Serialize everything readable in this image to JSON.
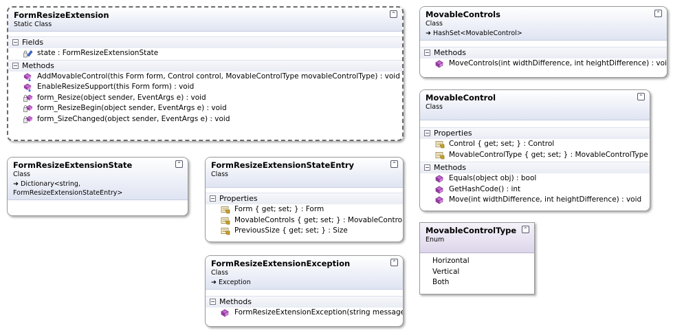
{
  "classes": {
    "form_resize_extension": {
      "name": "FormResizeExtension",
      "kind": "Static Class",
      "fields_label": "Fields",
      "fields": [
        "state : FormResizeExtensionState"
      ],
      "methods_label": "Methods",
      "methods": [
        "AddMovableControl(this Form form, Control control, MovableControlType movableControlType) : void",
        "EnableResizeSupport(this Form form) : void",
        "form_Resize(object sender, EventArgs e) : void",
        "form_ResizeBegin(object sender, EventArgs e) : void",
        "form_SizeChanged(object sender, EventArgs e) : void"
      ]
    },
    "form_resize_extension_state": {
      "name": "FormResizeExtensionState",
      "kind": "Class",
      "base": "Dictionary<string, FormResizeExtensionStateEntry>"
    },
    "form_resize_extension_state_entry": {
      "name": "FormResizeExtensionStateEntry",
      "kind": "Class",
      "properties_label": "Properties",
      "properties": [
        "Form { get; set; } : Form",
        "MovableControls { get; set; } : MovableControls",
        "PreviousSize { get; set; } : Size"
      ]
    },
    "form_resize_extension_exception": {
      "name": "FormResizeExtensionException",
      "kind": "Class",
      "base": "Exception",
      "methods_label": "Methods",
      "methods": [
        "FormResizeExtensionException(string message)"
      ]
    },
    "movable_controls": {
      "name": "MovableControls",
      "kind": "Class",
      "base": "HashSet<MovableControl>",
      "methods_label": "Methods",
      "methods": [
        "MoveControls(int widthDifference, int heightDifference) : void"
      ]
    },
    "movable_control": {
      "name": "MovableControl",
      "kind": "Class",
      "properties_label": "Properties",
      "properties": [
        "Control { get; set; } : Control",
        "MovableControlType { get; set; } : MovableControlType"
      ],
      "methods_label": "Methods",
      "methods": [
        "Equals(object obj) : bool",
        "GetHashCode() : int",
        "Move(int widthDifference, int heightDifference) : void"
      ]
    },
    "movable_control_type": {
      "name": "MovableControlType",
      "kind": "Enum",
      "values": [
        "Horizontal",
        "Vertical",
        "Both"
      ]
    }
  },
  "glyphs": {
    "collapse": "⌃",
    "section_toggle": "−",
    "inherits_arrow": "➜"
  },
  "colors": {
    "header_gradient_bottom": "#dfe4f2",
    "enum_header_gradient_bottom": "#ddd5ea",
    "method_icon": "#b34fbf",
    "property_icon": "#c9a227",
    "field_icon": "#3b6fd1"
  }
}
